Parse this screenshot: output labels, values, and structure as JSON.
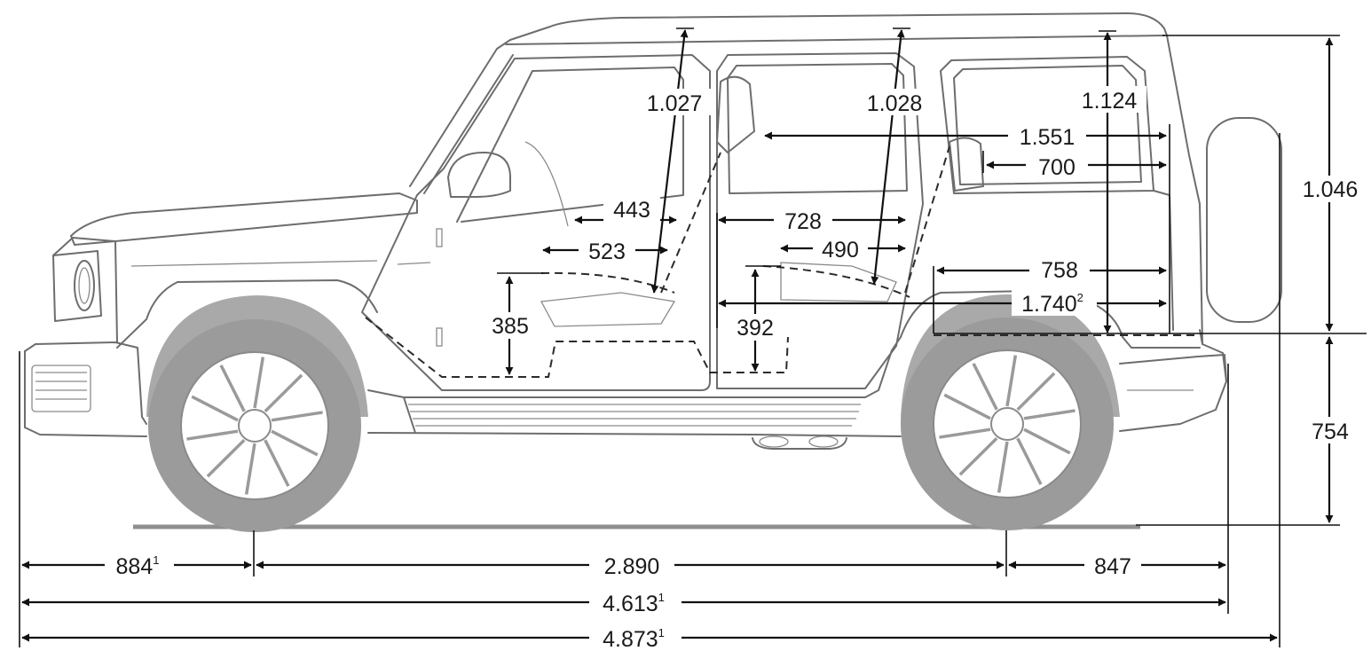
{
  "vehicle_drawing": {
    "dimensions": {
      "headroom_front": "1.027",
      "headroom_rear": "1.028",
      "headroom_third": "1.124",
      "load_length_row2": "1.551",
      "load_length_row3": "700",
      "shoulder_front": "443",
      "legroom_front": "523",
      "shoulder_rear": "728",
      "legroom_rear": "490",
      "seat_height_front": "385",
      "seat_height_rear": "392",
      "load_floor_length": "758",
      "load_length_max": "1.740",
      "load_length_max_note": "2",
      "height_upper": "1.046",
      "height_lower": "754",
      "front_overhang": "884",
      "front_overhang_note": "1",
      "wheelbase": "2.890",
      "rear_overhang": "847",
      "length_body": "4.613",
      "length_body_note": "1",
      "length_total": "4.873",
      "length_total_note": "1"
    }
  }
}
